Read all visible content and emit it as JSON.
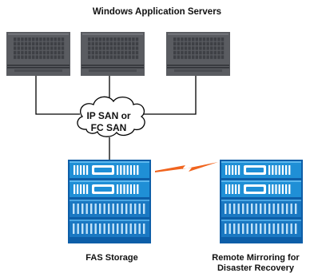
{
  "title": "Windows Application Servers",
  "cloud": {
    "line1": "IP SAN or",
    "line2": "FC SAN"
  },
  "storage_primary": {
    "label": "FAS Storage"
  },
  "storage_mirror": {
    "line1": "Remote Mirroring for",
    "line2": "Disaster Recovery"
  },
  "colors": {
    "server_body": "#5a5c61",
    "server_grille": "#3e4045",
    "storage_blue": "#1f8fd6",
    "storage_dark": "#0d5ea8",
    "link_orange": "#f0641e",
    "line": "#000000"
  },
  "icons": [
    "server-icon",
    "cloud-icon",
    "storage-array-icon",
    "lightning-link-icon"
  ]
}
